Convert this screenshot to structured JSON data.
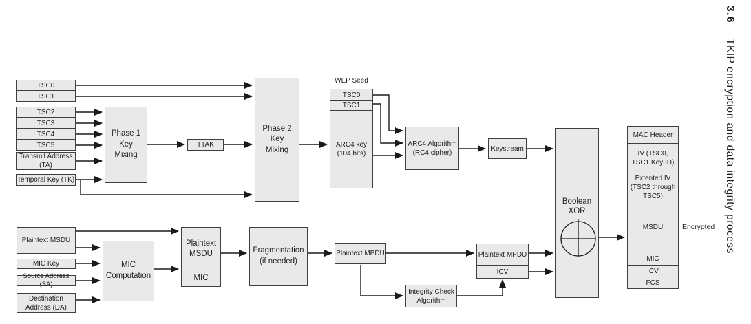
{
  "caption": {
    "section_number": "3.6",
    "title": "TKIP encryption and data integrity process"
  },
  "labels": {
    "wep_seed": "WEP Seed",
    "encrypted": "Encrypted"
  },
  "nodes": {
    "tsc0": "TSC0",
    "tsc1": "TSC1",
    "tsc2": "TSC2",
    "tsc3": "TSC3",
    "tsc4": "TSC4",
    "tsc5": "TSC5",
    "transmit_address": "Transmit Address\n(TA)",
    "temporal_key": "Temporal Key (TK)",
    "phase1": "Phase 1\nKey\nMixing",
    "ttak": "TTAK",
    "phase2": "Phase 2\nKey\nMixing",
    "wep_tsc0": "TSC0",
    "wep_tsc1": "TSC1",
    "arc4_key": "ARC4 key\n(104 bits)",
    "arc4_algorithm": "ARC4 Algorithm\n(RC4 cipher)",
    "keystream": "Keystream",
    "boolean_xor": "Boolean\nXOR",
    "mac_header": "MAC Header",
    "iv": "IV (TSC0,\nTSC1 Key ID)",
    "extended_iv": "Extented IV\n(TSC2 through\nTSC5)",
    "msdu": "MSDU",
    "mic": "MIC",
    "icv": "ICV",
    "fcs": "FCS",
    "plaintext_msdu_in": "Plaintext MSDU",
    "mic_key": "MIC Key",
    "source_address": "Source Address (SA)",
    "destination_address": "Destination\nAddress (DA)",
    "mic_computation": "MIC\nComputation",
    "msdu_mic_top": "Plaintext\nMSDU",
    "msdu_mic_bottom": "MIC",
    "fragmentation": "Fragmentation\n(if needed)",
    "plaintext_mpdu": "Plaintext MPDU",
    "integrity_check": "Integrity Check\nAlgorithm",
    "mpdu_icv_top": "Plaintext MPDU",
    "mpdu_icv_bottom": "ICV"
  },
  "colors": {
    "box_fill": "#e9e9e9",
    "box_border": "#3f3f3f",
    "line": "#1a1a1a",
    "background": "#ffffff"
  }
}
